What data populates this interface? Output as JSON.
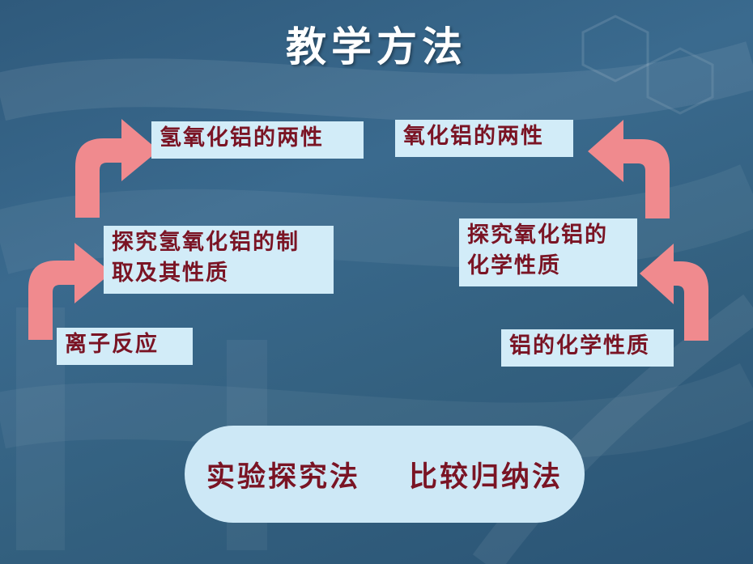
{
  "slide": {
    "title": "教学方法",
    "left_flow": {
      "bottom": "离子反应",
      "middle_line1": "探究氢氧化铝的制",
      "middle_line2": "取及其性质",
      "top": "氢氧化铝的两性"
    },
    "right_flow": {
      "bottom": "铝的化学性质",
      "middle_line1": "探究氧化铝的",
      "middle_line2": "化学性质",
      "top": "氧化铝的两性"
    },
    "methods": {
      "method_1": "实验探究法",
      "method_2": "比较归纳法"
    },
    "colors": {
      "arrow": "#f08a8e",
      "box_fill": "#d2ecf8",
      "box_text": "#7a1424",
      "title": "#ffffff"
    }
  }
}
